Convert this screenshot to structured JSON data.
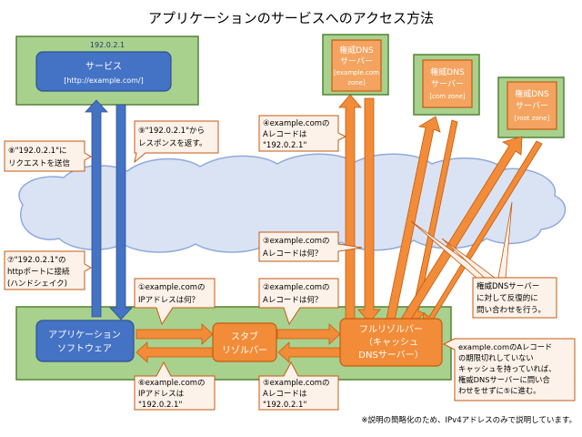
{
  "title": "アプリケーションのサービスへのアクセス方法",
  "colors": {
    "green_fill": "#a9d18e",
    "green_stroke": "#548235",
    "blue_fill": "#4472c4",
    "blue_stroke": "#2f528f",
    "orange_fill": "#f4a460",
    "orange_arrow": "#f28c38",
    "orange_stroke": "#c55a11",
    "note_fill": "#fdf2e9",
    "note_stroke": "#c55a11",
    "cloud_fill": "#dae3f3",
    "cloud_stroke": "#8faadc"
  },
  "server": {
    "ip": "192.0.2.1",
    "name": "サービス",
    "url": "[http://example.com/]"
  },
  "dns": {
    "example": {
      "l1": "権威DNS",
      "l2": "サーバー",
      "l3": "[example.com",
      "l4": "zone]"
    },
    "com": {
      "l1": "権威DNS",
      "l2": "サーバー",
      "l3": "[com zone]"
    },
    "root": {
      "l1": "権威DNS",
      "l2": "サーバー",
      "l3": "[root  zone]"
    }
  },
  "client": {
    "app_l1": "アプリケーション",
    "app_l2": "ソフトウェア",
    "stub_l1": "スタブ",
    "stub_l2": "リゾルバー",
    "full_l1": "フルリゾルバー",
    "full_l2": "（キャッシュ",
    "full_l3": "DNSサーバー）"
  },
  "notes": {
    "n1": {
      "l1": "①example.comの",
      "l2": "IPアドレスは何？"
    },
    "n2": {
      "l1": "②example.comの",
      "l2": "Aレコードは何？"
    },
    "n3": {
      "l1": "③example.comの",
      "l2": "Aレコードは何？"
    },
    "n4": {
      "l1": "④example.comの",
      "l2": "Aレコードは",
      "l3": "\"192.0.2.1\""
    },
    "n5": {
      "l1": "⑤example.comの",
      "l2": "Aレコードは",
      "l3": "\"192.0.2.1\""
    },
    "n6": {
      "l1": "⑥example.comの",
      "l2": "IPアドレスは",
      "l3": "\"192.0.2.1\""
    },
    "n7": {
      "l1": "⑦\"192.0.2.1\"の",
      "l2": "httpポートに接続",
      "l3": "(ハンドシェイク)"
    },
    "n8": {
      "l1": "⑧\"192.0.2.1\"に",
      "l2": "リクエストを送信"
    },
    "n9": {
      "l1": "⑨\"192.0.2.1\"から",
      "l2": "レスポンスを返す。"
    },
    "recursive": {
      "l1": "権威DNSサーバー",
      "l2": "に対して反復的に",
      "l3": "問い合わせを行う。"
    },
    "cache": {
      "l1": "example.comのAレコード",
      "l2": "の期限切れしていない",
      "l3": "キャッシュを持っていれば、",
      "l4": "権威DNSサーバーに問い合",
      "l5": "わせをせずに⑤に進む。"
    }
  },
  "footnote": "※説明の簡略化のため、IPv4アドレスのみで説明しています。"
}
